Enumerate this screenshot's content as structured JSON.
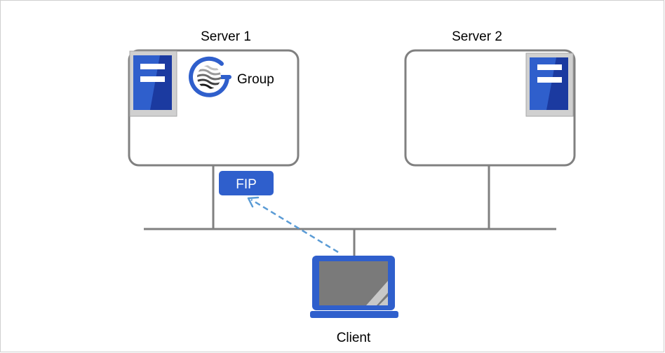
{
  "diagram": {
    "server1": {
      "label": "Server 1"
    },
    "server2": {
      "label": "Server 2"
    },
    "group": {
      "label": "Group"
    },
    "fip": {
      "label": "FIP"
    },
    "client": {
      "label": "Client"
    }
  },
  "colors": {
    "line": "#808080",
    "accent_blue": "#2f5fcc",
    "dark_blue": "#1b3aa0",
    "dashed_arrow": "#5a9bd5",
    "server_bezel": "#d0d0d0",
    "screen_gray": "#7a7a7a"
  },
  "icons": [
    "server-icon",
    "group-logo-icon",
    "laptop-icon",
    "arrow-icon"
  ]
}
